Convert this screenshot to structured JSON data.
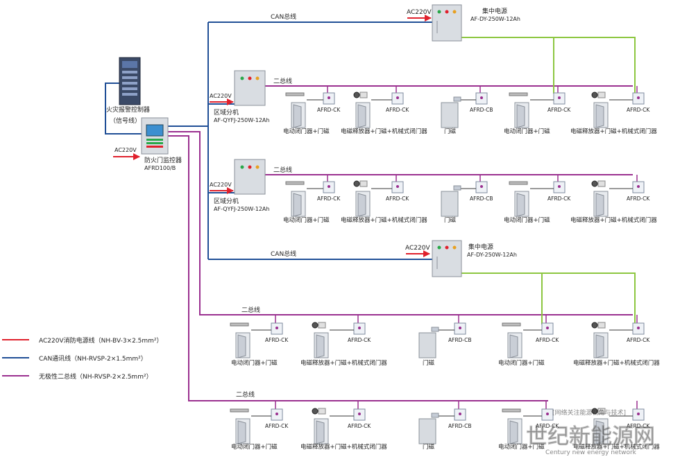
{
  "colors": {
    "power": "#e0202c",
    "can": "#1f4e96",
    "bus2": "#9a2f8f",
    "green": "#8cc63f",
    "cabinet": "#d9dde2",
    "device": "#eef1f6"
  },
  "top": {
    "can_label": "CAN总线",
    "ac_label": "AC220V",
    "psu_name": "集中电源",
    "psu_model": "AF-DY-250W-12Ah"
  },
  "fire_alarm": {
    "name": "火灾报警控制器",
    "signal": "（信号线）"
  },
  "monitor": {
    "ac_label": "AC220V",
    "name": "防火门监控器",
    "model": "AFRD100/B"
  },
  "sub1": {
    "ac_label": "AC220V",
    "name": "区域分机",
    "model": "AF-QYFJ-250W-12Ah",
    "bus_label": "二总线"
  },
  "sub2": {
    "ac_label": "AC220V",
    "name": "区域分机",
    "model": "AF-QYFJ-250W-12Ah",
    "bus_label": "二总线"
  },
  "mid": {
    "can_label": "CAN总线",
    "ac_label": "AC220V",
    "psu_name": "集中电源",
    "psu_model": "AF-DY-250W-12Ah"
  },
  "row3": {
    "bus_label": "二总线"
  },
  "row4": {
    "bus_label": "二总线"
  },
  "devices": [
    {
      "module": "AFRD-CK",
      "caption": "电动闭门器+门磁"
    },
    {
      "module": "AFRD-CK",
      "caption": "电磁释放器+门磁+机械式闭门器"
    },
    {
      "module": "AFRD-CB",
      "caption": "门磁"
    },
    {
      "module": "AFRD-CK",
      "caption": "电动闭门器+门磁"
    },
    {
      "module": "AFRD-CK",
      "caption": "电磁释放器+门磁+机械式闭门器"
    }
  ],
  "legend": [
    {
      "label": "AC220V消防电源线（NH-BV-3×2.5mm²）",
      "color": "#e0202c"
    },
    {
      "label": "CAN通讯线（NH-RVSP-2×1.5mm²）",
      "color": "#1f4e96"
    },
    {
      "label": "无极性二总线（NH-RVSP-2×2.5mm²）",
      "color": "#9a2f8f"
    }
  ],
  "watermark": {
    "small": "[网络关注能源视角与技术]",
    "big": "世纪新能源网",
    "url": "Century new energy network"
  }
}
